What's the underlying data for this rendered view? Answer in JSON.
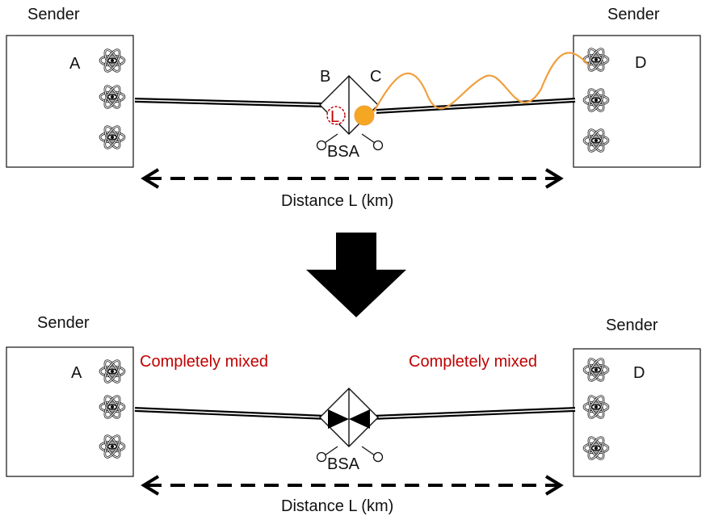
{
  "colors": {
    "text": "#111111",
    "highlight_text": "#c00000",
    "photon": "#f5a623",
    "photon_path": "#f0a040",
    "fiber": "#000000",
    "bsa_loss_marker": "#c00000"
  },
  "icons": {
    "qubit_source": "atom-icon",
    "transition": "down-arrow-icon",
    "distance_marker": "double-arrow-icon"
  },
  "top_panel": {
    "left_sender": {
      "caption": "Sender",
      "node_label": "A"
    },
    "right_sender": {
      "caption": "Sender",
      "node_label": "D"
    },
    "bsa": {
      "label": "BSA",
      "left_port": "B",
      "right_port": "C",
      "loss_label": "L"
    },
    "distance_label": "Distance L (km)"
  },
  "bottom_panel": {
    "left_sender": {
      "caption": "Sender",
      "node_label": "A"
    },
    "right_sender": {
      "caption": "Sender",
      "node_label": "D"
    },
    "left_note": "Completely mixed",
    "right_note": "Completely mixed",
    "bsa": {
      "label": "BSA"
    },
    "distance_label": "Distance L (km)"
  }
}
